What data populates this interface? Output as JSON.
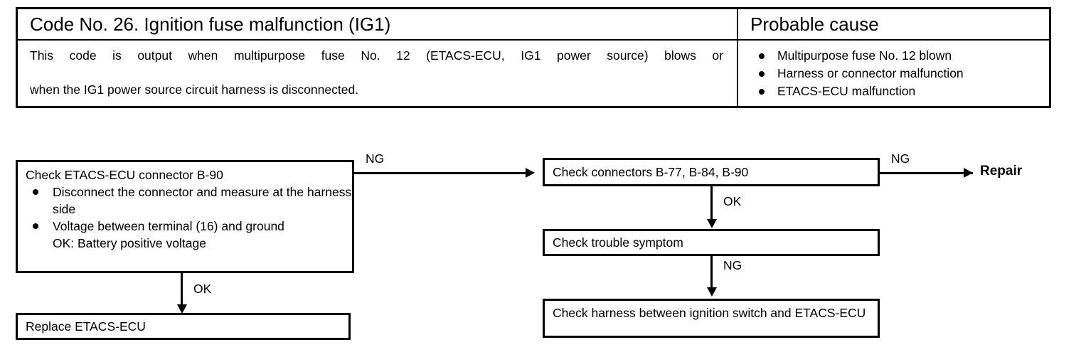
{
  "table": {
    "header_left": "Code No. 26. Ignition fuse malfunction (IG1)",
    "header_right": "Probable cause",
    "description_line1": "This code is output when multipurpose fuse No. 12 (ETACS-ECU, IG1 power source) blows or",
    "description_line2": "when the IG1 power source circuit harness is disconnected.",
    "causes": [
      "Multipurpose fuse No. 12 blown",
      "Harness or connector malfunction",
      "ETACS-ECU malfunction"
    ]
  },
  "flowchart": {
    "check_ecu": {
      "title": "Check ETACS-ECU connector B-90",
      "bullet1": "Disconnect the connector and measure at the harness side",
      "bullet2_line1": "Voltage between terminal (16) and ground",
      "bullet2_line2": "OK:   Battery positive voltage"
    },
    "replace_ecu": "Replace ETACS-ECU",
    "check_connectors": "Check connectors B-77, B-84, B-90",
    "check_trouble": "Check trouble symptom",
    "check_harness": "Check harness between ignition switch and ETACS-ECU",
    "repair": "Repair",
    "label_ng_top": "NG",
    "label_ng_repair": "NG",
    "label_ng_harness": "NG",
    "label_ok_left": "OK",
    "label_ok_right": "OK"
  }
}
